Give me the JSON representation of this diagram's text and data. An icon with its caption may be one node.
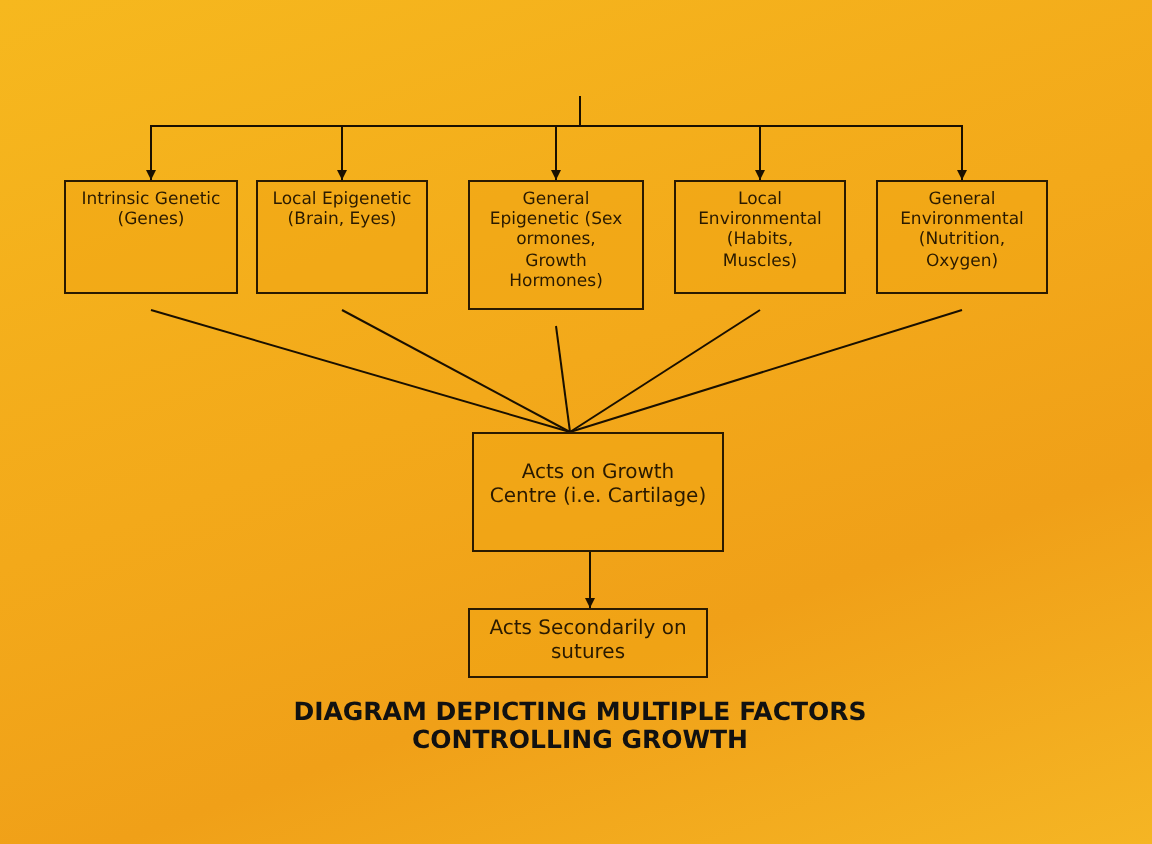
{
  "diagram": {
    "title": "DIAGRAM DEPICTING MULTIPLE FACTORS CONTROLLING GROWTH",
    "nodes": [
      {
        "text": [
          "Intrinsic Genetic (Genes)"
        ]
      },
      {
        "text": [
          "Local Epigenetic (Brain, Eyes)"
        ]
      },
      {
        "text": [
          "General Epigenetic (Sex ormones, Growth Hormones)"
        ]
      },
      {
        "text": [
          "Local Environmental (Habits, Muscles)"
        ]
      },
      {
        "text": [
          "General Environmental (Nutrition, Oxygen)"
        ]
      },
      {
        "text": [
          "Acts on Growth Centre (i.e. Cartilage)"
        ]
      },
      {
        "text": [
          "Acts Secondarily on sutures"
        ]
      }
    ],
    "edges": [
      {
        "from": null,
        "to": 0,
        "arrow": "to"
      },
      {
        "from": null,
        "to": 1,
        "arrow": "to"
      },
      {
        "from": null,
        "to": 2,
        "arrow": "to"
      },
      {
        "from": null,
        "to": 3,
        "arrow": "to"
      },
      {
        "from": null,
        "to": 4,
        "arrow": "to"
      },
      {
        "from": 0,
        "to": 5,
        "arrow": "none"
      },
      {
        "from": 1,
        "to": 5,
        "arrow": "none"
      },
      {
        "from": 2,
        "to": 5,
        "arrow": "none"
      },
      {
        "from": 3,
        "to": 5,
        "arrow": "none"
      },
      {
        "from": 4,
        "to": 5,
        "arrow": "none"
      },
      {
        "from": 5,
        "to": 6,
        "arrow": "to"
      }
    ]
  }
}
